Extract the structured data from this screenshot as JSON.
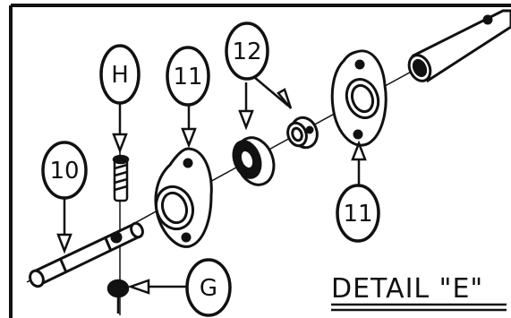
{
  "title": "DETAIL \"E\"",
  "callouts": {
    "h": "H",
    "g": "G",
    "c10": "10",
    "c11_top": "11",
    "c11_bottom": "11",
    "c12": "12"
  },
  "colors": {
    "ink": "#111111",
    "paper": "#ffffff"
  }
}
